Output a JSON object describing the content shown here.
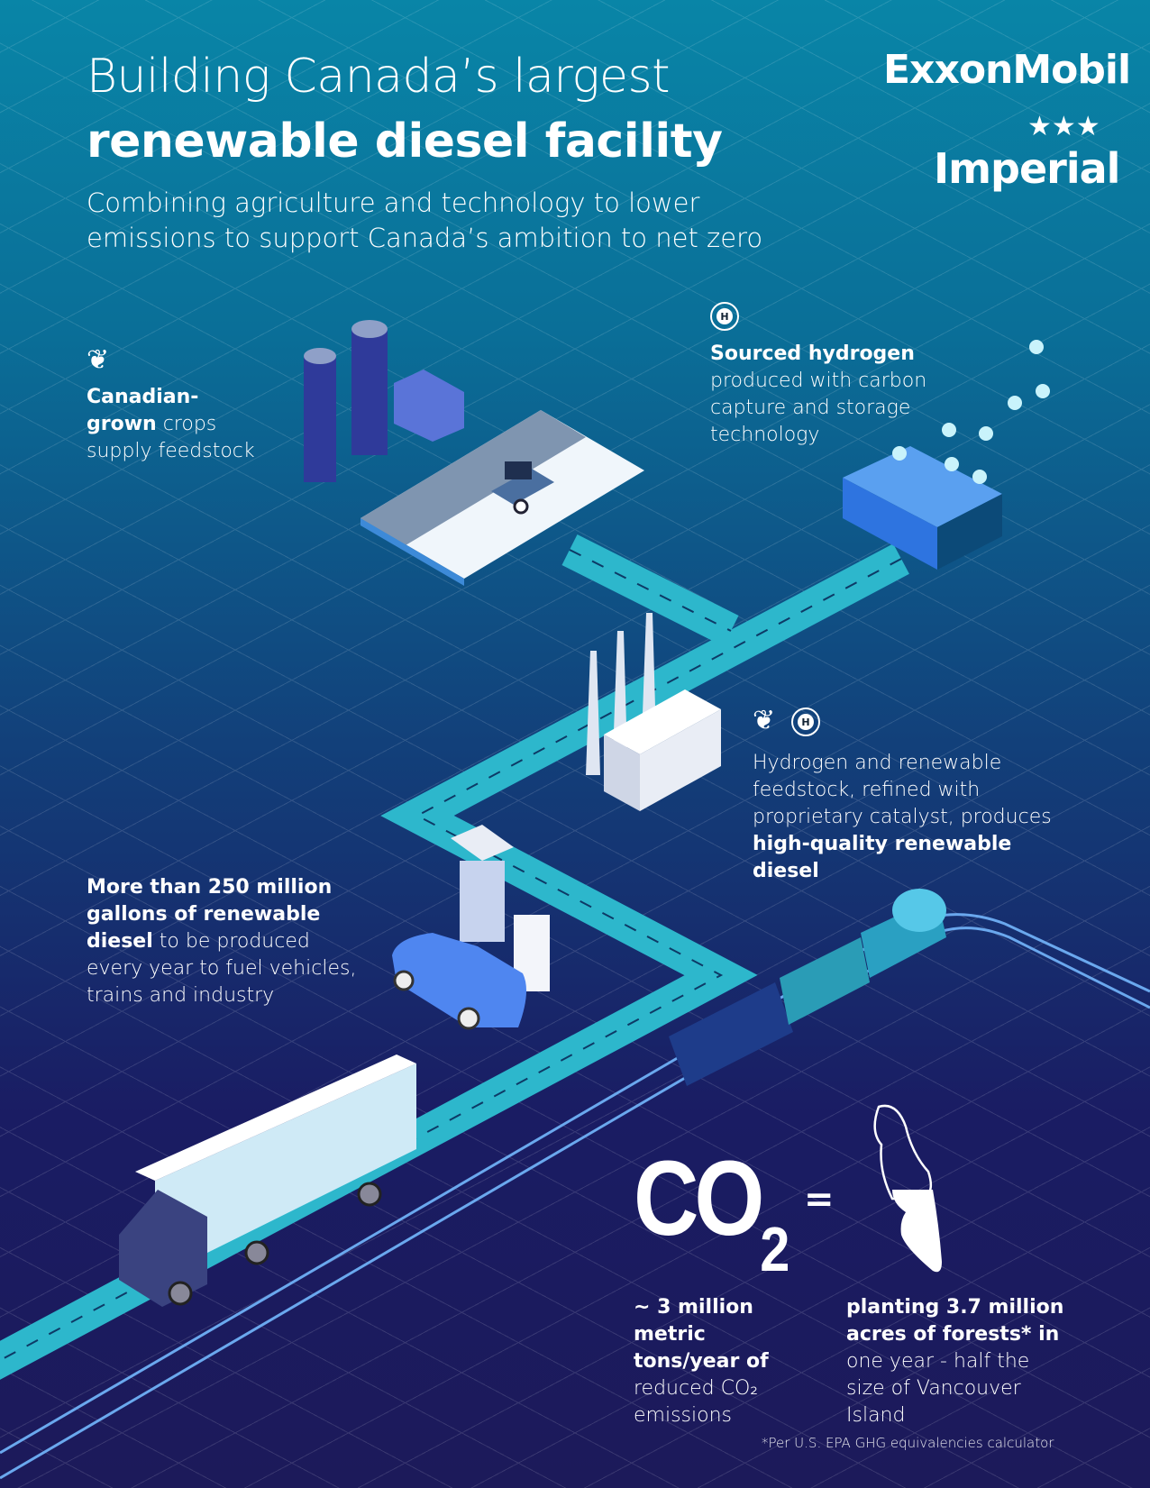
{
  "header": {
    "title_line1": "Building Canada’s largest",
    "title_line2": "renewable diesel facility",
    "subtitle": "Combining agriculture and technology to lower emissions to support Canada’s ambition to net zero"
  },
  "logos": {
    "exxonmobil": "ExxonMobil",
    "imperial": "Imperial"
  },
  "callouts": {
    "crops": {
      "bold": "Canadian-grown",
      "rest": "crops supply feedstock",
      "icon": "maple-leaf-icon"
    },
    "hydrogen": {
      "bold": "Sourced hydrogen",
      "rest": "produced with carbon capture and storage technology",
      "icon": "hydrogen-atom-icon",
      "icon_letter": "H"
    },
    "refinery": {
      "text": "Hydrogen and renewable feedstock, refined with proprietary catalyst, produces",
      "bold": "high-quality renewable diesel",
      "icons": [
        "maple-leaf-icon",
        "hydrogen-atom-icon"
      ],
      "icon_letter": "H"
    },
    "volume": {
      "bold": "More than 250 million gallons of renewable diesel",
      "rest": "to be produced every year to fuel vehicles, trains and industry"
    }
  },
  "equivalence": {
    "co2_label": "CO",
    "co2_sub": "2",
    "equals": "=",
    "left_bold": "~ 3 million metric tons/year of",
    "left_rest": "reduced CO₂ emissions",
    "right_bold": "planting 3.7 million acres of forests* in",
    "right_rest": "one year - half the size of Vancouver Island",
    "island_filled_fraction": 0.5
  },
  "footnote": "*Per U.S. EPA GHG equivalencies calculator",
  "colors": {
    "road": "#2db7cc",
    "road_dash": "#0d3a66",
    "rail": "#6aa8ee",
    "bg_top": "#0985a7",
    "bg_bottom": "#1c1a5a",
    "bubble": "#c9f3fb"
  }
}
